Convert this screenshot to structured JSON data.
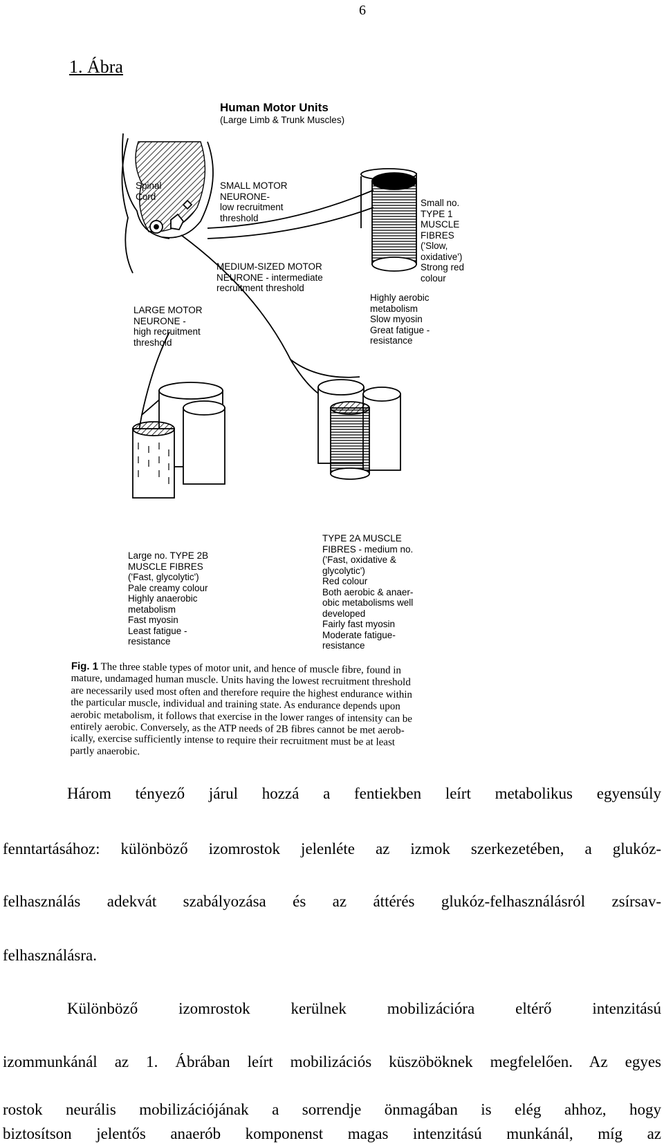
{
  "page_number": "6",
  "figure_label": "1. Ábra",
  "figure": {
    "title": "Human Motor Units",
    "subtitle": "(Large Limb & Trunk Muscles)",
    "spinal_cord": [
      "Spinal",
      "Cord"
    ],
    "small_neurone": [
      "SMALL MOTOR",
      "NEURONE-",
      "low recruitment",
      "threshold"
    ],
    "medium_neurone": [
      "MEDIUM-SIZED MOTOR",
      "NEURONE - intermediate",
      "recruitment threshold"
    ],
    "large_neurone": [
      "LARGE MOTOR",
      "NEURONE -",
      "high recruitment",
      "threshold"
    ],
    "type1_right": [
      "Small no.",
      "TYPE 1",
      "MUSCLE",
      "FIBRES",
      "('Slow,",
      "oxidative')",
      "Strong red",
      "colour"
    ],
    "type1_below": [
      "Highly aerobic",
      "metabolism",
      "Slow myosin",
      "Great fatigue -",
      "resistance"
    ],
    "type2b": [
      "Large no. TYPE 2B",
      "MUSCLE FIBRES",
      "('Fast, glycolytic')",
      "Pale creamy colour",
      "Highly anaerobic",
      "metabolism",
      "Fast myosin",
      "Least fatigue -",
      "resistance"
    ],
    "type2a": [
      "TYPE 2A MUSCLE",
      "FIBRES - medium no.",
      "('Fast, oxidative &",
      "glycolytic')",
      "Red colour",
      "Both aerobic & anaer-",
      "obic metabolisms well",
      "developed",
      "Fairly fast myosin",
      "Moderate fatigue-",
      "resistance"
    ],
    "legend_prefix": "Fig. 1",
    "legend_lines": [
      "The three stable types of motor unit, and hence of muscle fibre, found in",
      "mature, undamaged human muscle. Units having the lowest recruitment threshold",
      "are necessarily used most often and therefore require the highest endurance within",
      "the particular muscle, individual and training state. As endurance depends upon",
      "aerobic metabolism, it follows that exercise in the lower ranges of intensity can be",
      "entirely aerobic. Conversely, as the ATP needs of 2B fibres cannot be met aerob-",
      "ically, exercise sufficiently intense to require their recruitment must be at least",
      "partly anaerobic."
    ]
  },
  "body_lines": [
    "Három tényező járul hozzá a fentiekben leírt metabolikus egyensúly",
    "fenntartásához: különböző izomrostok jelenléte az izmok szerkezetében, a glukóz-",
    "felhasználás adekvát szabályozása és az áttérés glukóz-felhasználásról zsírsav-",
    "felhasználásra.",
    "Különböző izomrostok kerülnek mobilizációra eltérő intenzitású",
    "izommunkánál az 1. Ábrában leírt mobilizációs küszöböknek megfelelően. Az egyes",
    "rostok neurális mobilizációjának a sorrendje önmagában is elég ahhoz, hogy",
    "biztosítson jelentős anaerób komponenst magas intenzitású munkánál, míg az"
  ]
}
